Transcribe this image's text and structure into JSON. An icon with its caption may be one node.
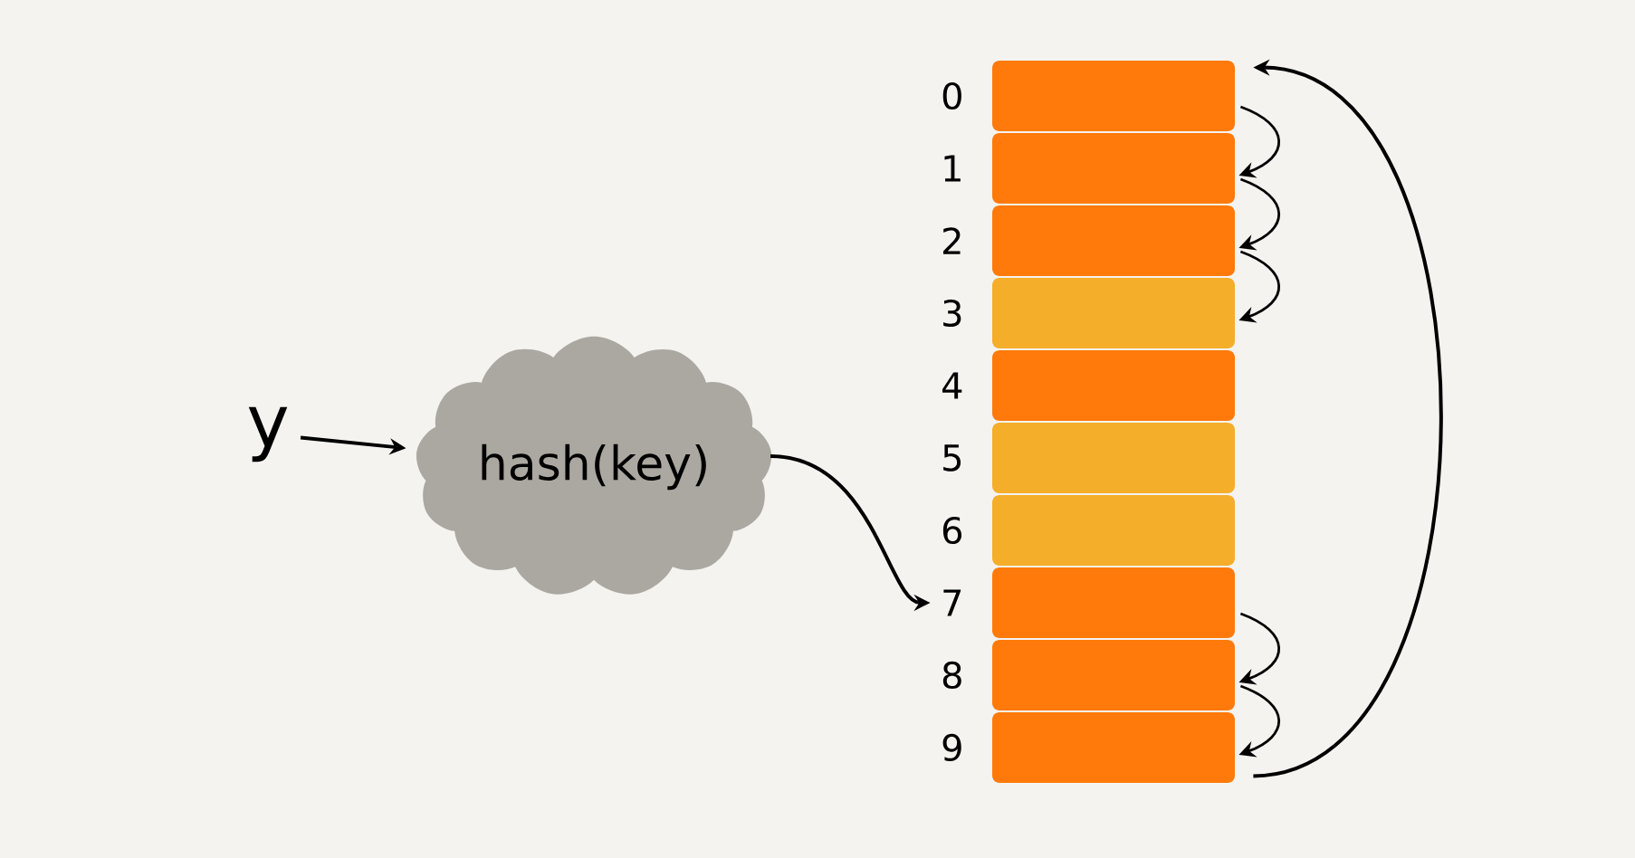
{
  "diagram": {
    "nodes": [
      {
        "text": [
          "y"
        ]
      },
      {
        "text": [
          "hash(key)"
        ]
      },
      {
        "text": [],
        "shape": "bar",
        "beside": [
          "0"
        ]
      },
      {
        "text": [],
        "shape": "bar",
        "beside": [
          "1"
        ]
      },
      {
        "text": [],
        "shape": "bar",
        "beside": [
          "2"
        ]
      },
      {
        "text": [],
        "shape": "bar",
        "beside": [
          "3"
        ]
      },
      {
        "text": [],
        "shape": "bar",
        "beside": [
          "4"
        ]
      },
      {
        "text": [],
        "shape": "bar",
        "beside": [
          "5"
        ]
      },
      {
        "text": [],
        "shape": "bar",
        "beside": [
          "6"
        ]
      },
      {
        "text": [],
        "shape": "bar",
        "beside": [
          "7"
        ]
      },
      {
        "text": [],
        "shape": "bar",
        "beside": [
          "8"
        ]
      },
      {
        "text": [],
        "shape": "bar",
        "beside": [
          "9"
        ]
      }
    ],
    "edges": [
      {
        "from": 0,
        "to": 1,
        "arrow": "to"
      },
      {
        "from": 1,
        "to": 9,
        "arrow": "to"
      },
      {
        "from": 9,
        "to": 10,
        "arrow": "to"
      },
      {
        "from": 10,
        "to": 11,
        "arrow": "to"
      },
      {
        "from": 11,
        "to": 2,
        "arrow": "to"
      },
      {
        "from": 2,
        "to": 3,
        "arrow": "to"
      },
      {
        "from": 3,
        "to": 4,
        "arrow": "to"
      },
      {
        "from": 4,
        "to": 5,
        "arrow": "to"
      }
    ]
  }
}
